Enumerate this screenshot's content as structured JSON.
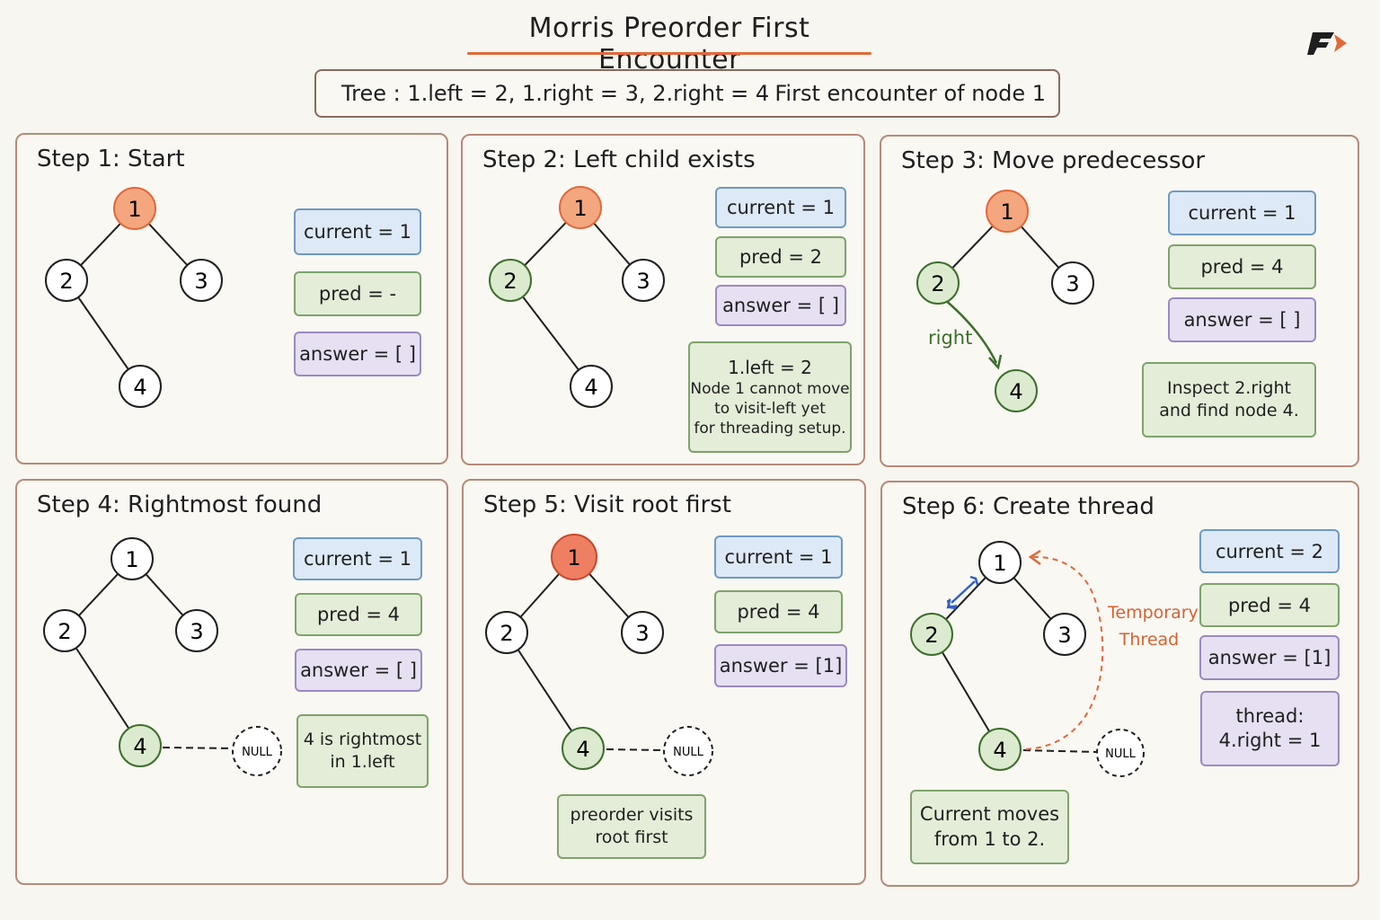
{
  "title": "Morris Preorder First Encounter",
  "tree_banner": {
    "definition": "Tree : 1.left = 2, 1.right = 3, 2.right = 4",
    "note": "First encounter of node 1"
  },
  "colors": {
    "highlight_orange": "#f4a77f",
    "visit_red": "#ef7f62",
    "active_green": "#dcebcf",
    "thread_orange": "#e2683a",
    "right_arrow_green": "#3d6e2c",
    "swap_arrow_blue": "#2f5fc9"
  },
  "steps": [
    {
      "title": "Step 1: Start",
      "nodes": [
        "1",
        "2",
        "3",
        "4"
      ],
      "vars": {
        "current": "current = 1",
        "pred": "pred = -",
        "answer": "answer = [ ]"
      }
    },
    {
      "title": "Step 2: Left child exists",
      "nodes": [
        "1",
        "2",
        "3",
        "4"
      ],
      "vars": {
        "current": "current = 1",
        "pred": "pred = 2",
        "answer": "answer = [ ]"
      },
      "note": [
        "1.left = 2",
        "Node 1 cannot move",
        "to visit-left yet",
        "for threading setup."
      ]
    },
    {
      "title": "Step 3: Move predecessor",
      "nodes": [
        "1",
        "2",
        "3",
        "4"
      ],
      "edge_label": "right",
      "vars": {
        "current": "current = 1",
        "pred": "pred = 4",
        "answer": "answer = [ ]"
      },
      "note": [
        "Inspect 2.right",
        "and find node 4."
      ]
    },
    {
      "title": "Step 4: Rightmost found",
      "nodes": [
        "1",
        "2",
        "3",
        "4"
      ],
      "null_label": "NULL",
      "vars": {
        "current": "current = 1",
        "pred": "pred = 4",
        "answer": "answer = [ ]"
      },
      "note": [
        "4 is rightmost",
        "in 1.left"
      ]
    },
    {
      "title": "Step 5: Visit root first",
      "nodes": [
        "1",
        "2",
        "3",
        "4"
      ],
      "null_label": "NULL",
      "vars": {
        "current": "current = 1",
        "pred": "pred = 4",
        "answer": "answer = [1]"
      },
      "note": [
        "preorder visits",
        "root first"
      ]
    },
    {
      "title": "Step 6: Create thread",
      "nodes": [
        "1",
        "2",
        "3",
        "4"
      ],
      "null_label": "NULL",
      "thread_label": [
        "Temporary",
        "Thread"
      ],
      "vars": {
        "current": "current = 2",
        "pred": "pred = 4",
        "answer": "answer = [1]"
      },
      "thread_box": [
        "thread:",
        "4.right = 1"
      ],
      "note": [
        "Current moves",
        "from 1 to 2."
      ]
    }
  ]
}
